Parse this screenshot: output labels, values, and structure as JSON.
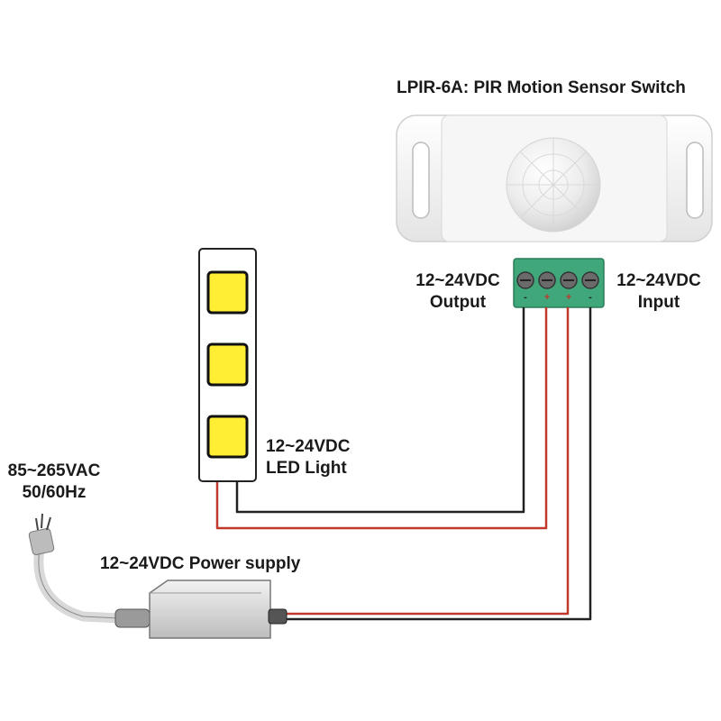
{
  "sensor": {
    "title": "LPIR-6A: PIR Motion Sensor Switch",
    "output_line1": "12~24VDC",
    "output_line2": "Output",
    "input_line1": "12~24VDC",
    "input_line2": "Input",
    "terminal_marks": [
      "-",
      "+",
      "+",
      "-"
    ]
  },
  "led_light": {
    "line1": "12~24VDC",
    "line2": "LED Light"
  },
  "mains": {
    "line1": "85~265VAC",
    "line2": "50/60Hz"
  },
  "power_supply": {
    "label": "12~24VDC Power supply"
  },
  "colors": {
    "positive_wire": "#c0392b",
    "negative_wire": "#222222",
    "led_chip": "#ffee33",
    "terminal_block": "#3fa77a"
  }
}
